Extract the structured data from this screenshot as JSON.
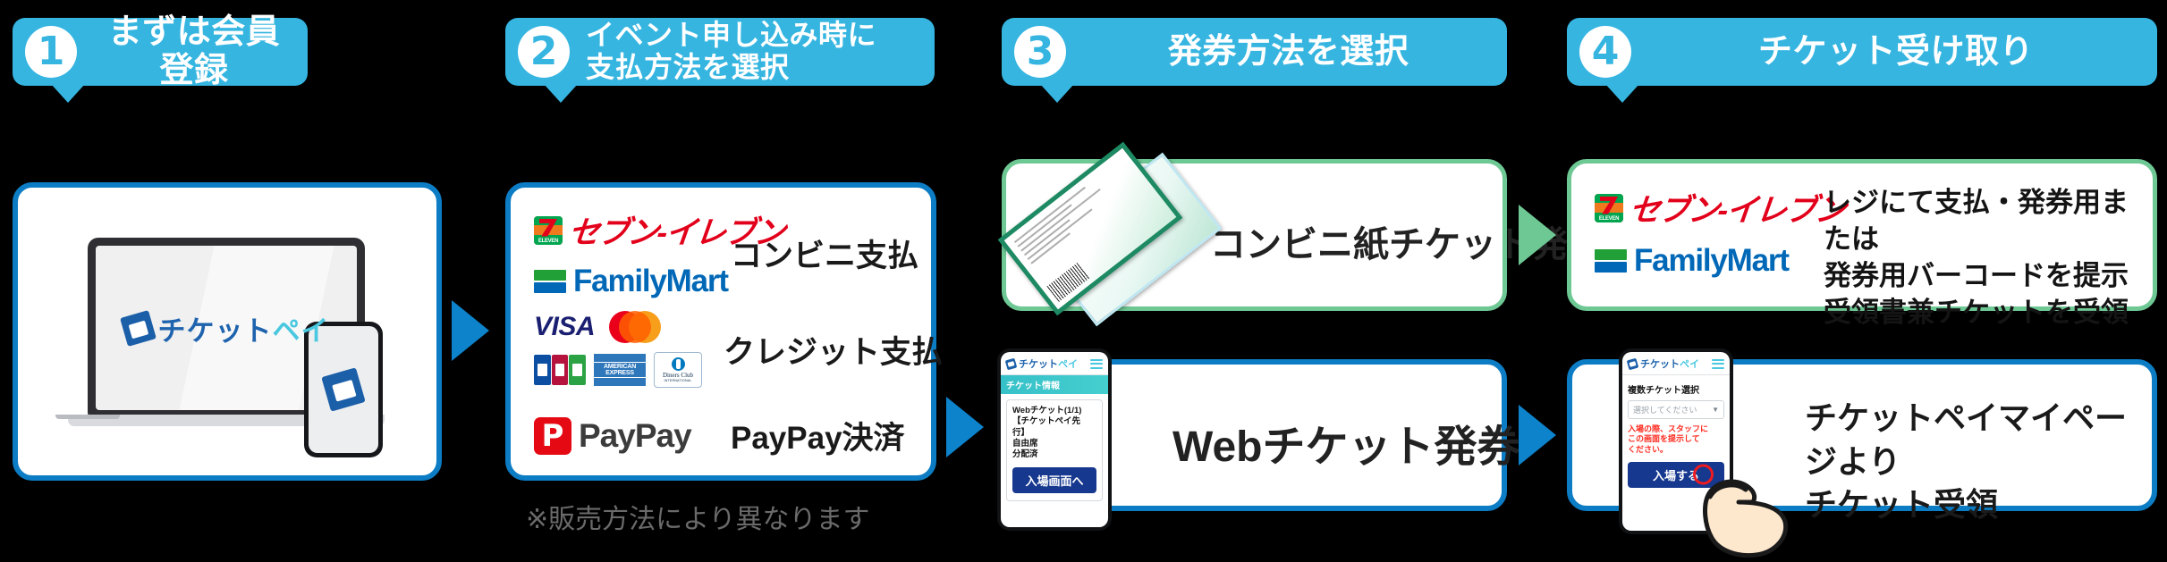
{
  "theme": {
    "background": "#000000",
    "header_blue": "#35b5e0",
    "card_border_blue": "#0c7cc4",
    "card_border_green": "#6ec894",
    "arrow_blue": "#0d83cc",
    "arrow_green": "#6ec894",
    "brand_blue": "#1e63ad",
    "brand_cyan": "#49c8e0",
    "seven_red": "#e2001a",
    "family_blue": "#0068b7",
    "paypay_red": "#e50914",
    "alert_red": "#ff2b1f",
    "button_navy": "#17388f"
  },
  "steps": [
    {
      "number": "1",
      "title": "まずは会員登録"
    },
    {
      "number": "2",
      "title": "イベント申し込み時に\n支払方法を選択"
    },
    {
      "number": "3",
      "title": "発券方法を選択"
    },
    {
      "number": "4",
      "title": "チケット受け取り"
    }
  ],
  "step1": {
    "brand_a": "チケット",
    "brand_b": "ペイ",
    "device_laptop": "laptop",
    "device_phone": "smartphone"
  },
  "step2": {
    "rows": [
      {
        "logos": [
          "seven-eleven-logo",
          "familymart-logo"
        ],
        "seven_text": "セブン-イレブン",
        "seven_badge": "ELEVEN",
        "family_text": "FamilyMart",
        "label": "コンビニ支払"
      },
      {
        "logos": [
          "visa-logo",
          "mastercard-logo",
          "jcb-logo",
          "american-express-logo",
          "diners-club-logo"
        ],
        "visa_text": "VISA",
        "amex_text": "AMERICAN\nEXPRESS",
        "diners_text": "Diners Club",
        "diners_sub": "INTERNATIONAL",
        "label": "クレジット支払"
      },
      {
        "logos": [
          "paypay-logo"
        ],
        "paypay_text": "PayPay",
        "label": "PayPay決済"
      }
    ],
    "note": "※販売方法により異なります"
  },
  "step3": {
    "paper": {
      "label": "コンビニ紙チケット発券",
      "graphic": "paper-tickets"
    },
    "web": {
      "label": "Webチケット発券",
      "phone": {
        "brand_a": "チケット",
        "brand_b": "ペイ",
        "section_title": "チケット情報",
        "ticket_info": "Webチケット(1/1)\n【チケットペイ先行】\n自由席\n分配済",
        "button": "入場画面へ"
      }
    }
  },
  "step4": {
    "store": {
      "seven_text": "セブン-イレブン",
      "seven_badge": "ELEVEN",
      "family_text": "FamilyMart",
      "description": "レジにて支払・発券用または\n発券用バーコードを提示\n受領書兼チケットを受領"
    },
    "web": {
      "description": "チケットペイマイページより\nチケット受領",
      "phone": {
        "brand_a": "チケット",
        "brand_b": "ペイ",
        "select_label": "複数チケット選択",
        "select_value": "選択してください",
        "alert": "入場の際、スタッフに\nこの画面を提示して\nください。",
        "button": "入場する"
      }
    }
  }
}
